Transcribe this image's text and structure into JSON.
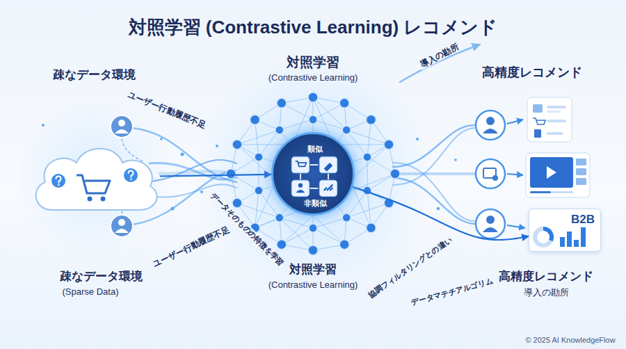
{
  "diagram": {
    "title": "対照学習 (Contrastive Learning) レコメンド",
    "nodes": [
      {
        "text": [
          "疎なデータ環境"
        ]
      },
      {
        "text": [
          "類似",
          "非類似"
        ]
      },
      {
        "text": [
          "B2B"
        ]
      }
    ],
    "edges": [
      {
        "from": 0,
        "to": 1,
        "arrow": "to",
        "label": "データそのものの特徴を学習"
      },
      {
        "from": 1,
        "to": 2,
        "arrow": "to",
        "label": "協調フィルタリングとの違い"
      }
    ],
    "labels": [
      "ユーザー行動履歴不足",
      "ユーザー行動履歴不足",
      "対照学習",
      "(Contrastive Learning)",
      "高精度レコメンド",
      "導入の勘所",
      "疎なデータ環境",
      "(Sparse Data)",
      "対照学習",
      "(Contrastive Learning)",
      "データマテチアルゴリム",
      "高精度レコメンド",
      "導入の勘所",
      "© 2025 AI KnowledgeFlow"
    ]
  }
}
